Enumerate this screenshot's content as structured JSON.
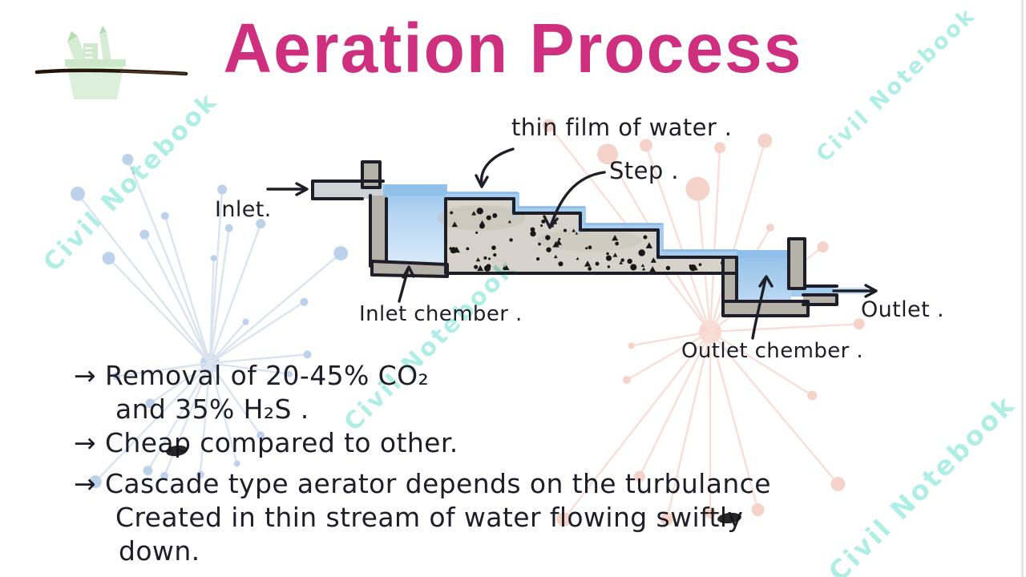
{
  "title": "Aeration Process",
  "watermark_text": "Civil Notebook",
  "labels": {
    "inlet": "Inlet.",
    "thin_film": "thin film of water .",
    "step": "Step .",
    "inlet_chamber": "Inlet chember .",
    "outlet_chamber": "Outlet chember .",
    "outlet": "Outlet ."
  },
  "notes": [
    {
      "lines": [
        "→ Removal of 20-45% CO₂",
        "and 35% H₂S ."
      ]
    },
    {
      "lines": [
        "→ Cheap compared to other."
      ]
    },
    {
      "lines": [
        "→ Cascade type aerator depends on the turbulance",
        "Created in thin stream of water flowing swiftly",
        "down."
      ]
    }
  ],
  "colors": {
    "title_pink": "#cf2f7f",
    "ink": "#1e1e28",
    "water_blue": "#a3cbee",
    "water_surface": "#8fc0e9",
    "concrete_grey": "#d7d3ca",
    "wall_grey": "#b4b1a8",
    "watermark_teal": "#6de0ce",
    "burst_blue_dot": "#bdd2ea",
    "burst_pink_dot": "#f6d3c9",
    "icon_green": "#cfe9cd"
  }
}
